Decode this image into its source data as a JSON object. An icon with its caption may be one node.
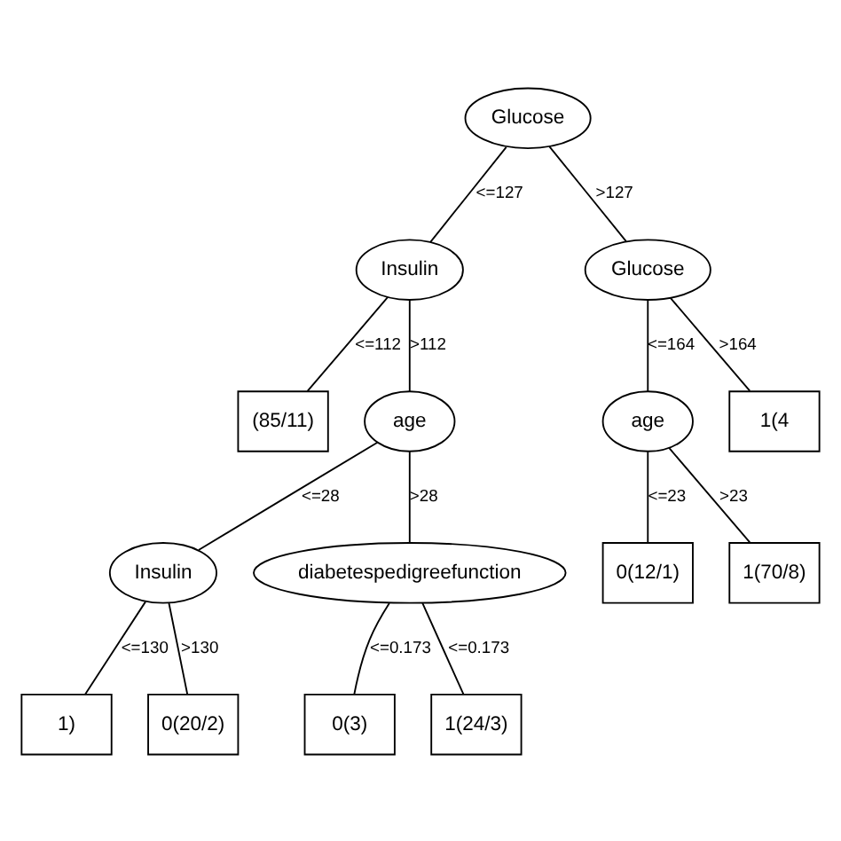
{
  "diagram": {
    "nodes": [
      {
        "text": [
          "Glucose"
        ]
      },
      {
        "text": [
          "Insulin"
        ]
      },
      {
        "text": [
          "Glucose"
        ]
      },
      {
        "text": [
          "(85/11)"
        ]
      },
      {
        "text": [
          "age"
        ]
      },
      {
        "text": [
          "age"
        ]
      },
      {
        "text": [
          "1(4"
        ]
      },
      {
        "text": [
          "Insulin"
        ]
      },
      {
        "text": [
          "diabetespedigreefunction"
        ]
      },
      {
        "text": [
          "0(12/1)"
        ]
      },
      {
        "text": [
          "1(70/8)"
        ]
      },
      {
        "text": [
          "1)"
        ]
      },
      {
        "text": [
          "0(20/2)"
        ]
      },
      {
        "text": [
          "0(3)"
        ]
      },
      {
        "text": [
          "1(24/3)"
        ]
      }
    ],
    "edges": [
      {
        "from": 0,
        "to": 1,
        "arrow": "none",
        "label": "<=127"
      },
      {
        "from": 0,
        "to": 2,
        "arrow": "none",
        "label": ">127"
      },
      {
        "from": 1,
        "to": 3,
        "arrow": "none",
        "label": "<=112"
      },
      {
        "from": 1,
        "to": 4,
        "arrow": "none",
        "label": ">112"
      },
      {
        "from": 2,
        "to": 5,
        "arrow": "none",
        "label": "<=164"
      },
      {
        "from": 2,
        "to": 6,
        "arrow": "none",
        "label": ">164"
      },
      {
        "from": 4,
        "to": 7,
        "arrow": "none",
        "label": "<=28"
      },
      {
        "from": 4,
        "to": 8,
        "arrow": "none",
        "label": ">28"
      },
      {
        "from": 5,
        "to": 9,
        "arrow": "none",
        "label": "<=23"
      },
      {
        "from": 5,
        "to": 10,
        "arrow": "none",
        "label": ">23"
      },
      {
        "from": 7,
        "to": 11,
        "arrow": "none",
        "label": "<=130"
      },
      {
        "from": 7,
        "to": 12,
        "arrow": "none",
        "label": ">130"
      },
      {
        "from": 8,
        "to": 13,
        "arrow": "none",
        "label": "<=0.173"
      },
      {
        "from": 8,
        "to": 14,
        "arrow": "none",
        "label": "<=0.173"
      }
    ]
  }
}
